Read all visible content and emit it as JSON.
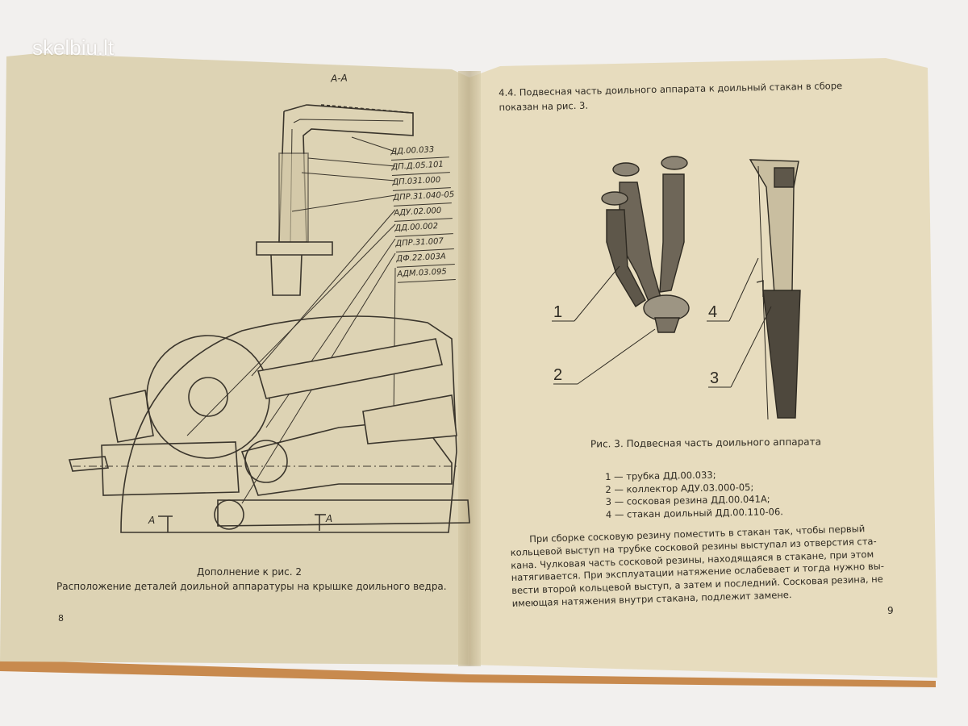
{
  "watermark": {
    "text": "skelbiu.lt"
  },
  "left_page": {
    "section_label": "А-А",
    "part_codes": [
      "ДД.00.033",
      "ДП.Д.05.101",
      "ДП.031.000",
      "ДПР.31.040-05",
      "АДУ.02.000",
      "ДД.00.002",
      "ДПР.31.007",
      "ДФ.22.003А",
      "АДМ.03.095"
    ],
    "section_marks": [
      "А",
      "А"
    ],
    "caption_line1": "Дополнение к рис. 2",
    "caption_line2": "Расположение деталей доильной аппаратуры на крышке доильного ведра.",
    "page_number": "8"
  },
  "right_page": {
    "heading_line1": "4.4. Подвесная часть доильного аппарата к доильный стакан в сборе",
    "heading_line2": "показан на рис. 3.",
    "figure_labels": [
      "1",
      "2",
      "4",
      "3"
    ],
    "figure_caption": "Рис. 3. Подвесная часть доильного аппарата",
    "legend": [
      "1 — трубка ДД.00.033;",
      "2 — коллектор АДУ.03.000-05;",
      "3 — сосковая резина ДД.00.041А;",
      "4 — стакан доильный ДД.00.110-06."
    ],
    "body_lines": [
      "При сборке сосковую резину поместить в стакан так, чтобы первый",
      "кольцевой выступ на трубке сосковой резины выступал из отверстия ста-",
      "кана. Чулковая часть сосковой резины, находящаяся в стакане, при этом",
      "натягивается. При эксплуатации натяжение ослабевает и тогда нужно вы-",
      "вести второй кольцевой выступ, а затем и последний. Сосковая резина, не",
      "имеющая натяжения внутри стакана, подлежит замене."
    ],
    "page_number": "9"
  },
  "colors": {
    "background": "#f2f0ee",
    "paper_left": "#ddd3b4",
    "paper_right": "#e7dcbe",
    "ink": "#2e2a22"
  }
}
